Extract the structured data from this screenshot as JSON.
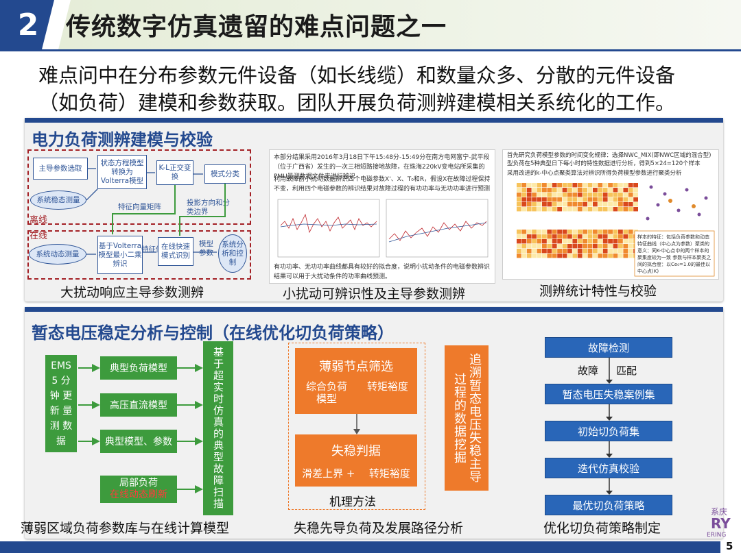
{
  "header": {
    "number": "2",
    "title": "传统数字仿真遗留的难点问题之一"
  },
  "intro": {
    "line1": "难点问中在分布参数元件设备（如长线缆）和数量众多、分散的元件设备",
    "line2": "（如负荷）建模和参数获取。团队开展负荷测辨建模相关系统化的工作。"
  },
  "panel1": {
    "title": "电力负荷测辨建模与校验",
    "captions": [
      "大扰动响应主导参数测辨",
      "小扰动可辨识性及主导参数测辨",
      "测辨统计特性与校验"
    ],
    "flow": {
      "offline_tag": "离线",
      "online_tag": "在线",
      "box_extract": "主导参数选取",
      "box_state": "状态方程模型转换为Volterra模型",
      "box_kl": "K-L正交变换",
      "box_classify": "模式分类",
      "box_steady": "系统稳态测量",
      "lbl_eigen_matrix": "特征向量矩阵",
      "lbl_projection": "投影方向和分类边界",
      "box_dynamic": "系统动态测量",
      "box_volterra": "基于Volterra模型最小二乘辨识",
      "lbl_feature": "特征值",
      "box_online_id": "在线快速模式识别",
      "lbl_model_param": "模型参数",
      "box_analysis": "系统分析和控制"
    },
    "doc_mid": {
      "p1": "本部分结果采用2016年3月18日下午15:48分-15:49分在南方电网富宁-武平段（位于广西省）发生的一次三相短路接地故障，在珠海220kV变电站所采集的PMU量测数据文件来进行辨识",
      "p2": "利用故障前小扰动数据辨识四个电磁参数X'、X、T₀和R，假设X在故障过程保持不变，利用四个电磁参数的辨识结果对故障过程的有功功率与无功功率进行预测",
      "p3": "有功功率、无功功率曲线都具有较好的拟合度，说明小扰动条件的电磁参数辨识结果可以用于大扰动条件的功率曲线预测。"
    },
    "doc_right": {
      "p1": "首先研究负荷模型参数的时间变化规律：选择NWC_MIX(即NWC区域的混合型)型负荷在5种典型日下每小时的特性数据进行分析，得到5×24=120个样本",
      "p2": "采用改进的k-中心点聚类算法对辨识所得负荷模型参数进行聚类分析",
      "p3": "样本的特征：包括负荷参数和动态特征曲线（中心点为参数）聚类的意义：同K-中心点中的两个样本的聚集度较为一致 参数与样本聚类之间的拟合度：以Ce₀=1.0的最佳以中心点(K)"
    }
  },
  "panel2": {
    "title": "暂态电压稳定分析与控制（在线优化切负荷策略）",
    "captions": [
      "薄弱区域负荷参数库与在线计算模型",
      "失稳先导负荷及发展路径分析",
      "优化切负荷策略制定"
    ],
    "ems": "EMS 5 分钟 更新 量测 数据",
    "lib_items": [
      "典型负荷模型",
      "高压直流模型",
      "典型模型、参数"
    ],
    "local_load_1": "局部负荷",
    "local_load_2": "在线动态刷新",
    "scan": "基于超实时仿真的典型故障扫描",
    "weak_title": "薄弱节点筛选",
    "weak_sub_1": "综合负荷模型",
    "weak_sub_2": "转矩裕度",
    "instab_title": "失稳判据",
    "instab_sub_1": "滑差上界 +",
    "instab_sub_2": "转矩裕度",
    "mechanism": "机理方法",
    "mining": "追溯暂态电压失稳主导过程的数据挖掘",
    "steps": [
      "故障检测",
      "暂态电压失稳案例集",
      "初始切负荷集",
      "迭代仿真校验",
      "最优切负荷策略"
    ],
    "branch_1": "故障",
    "branch_2": "匹配"
  },
  "footer": {
    "page": "5",
    "logo_text_1": "系庆",
    "logo_text_2": "RY",
    "logo_text_3": "ERING"
  },
  "colors": {
    "brand_blue": "#23498f",
    "green": "#3d9b3d",
    "orange": "#ee7a2b",
    "step_blue": "#2966b8",
    "red": "#a31f24"
  }
}
